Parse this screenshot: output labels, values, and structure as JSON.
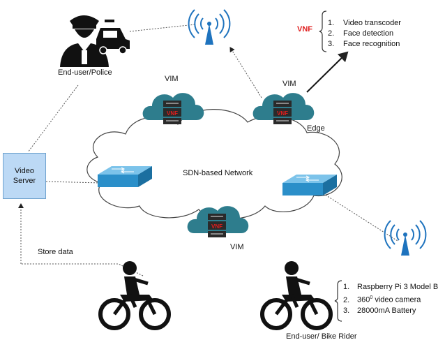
{
  "labels": {
    "end_user_police": "End-user/Police",
    "end_user_bike": "End-user/ Bike Rider",
    "sdn_network": "SDN-based Network",
    "vim_left": "VIM",
    "vim_top": "VIM",
    "vim_bottom": "VIM",
    "edge": "Edge",
    "store_data": "Store data",
    "video_server_line1": "Video",
    "video_server_line2": "Server",
    "vnf": "VNF"
  },
  "vnf_functions": [
    {
      "num": "1.",
      "text": "Video transcoder"
    },
    {
      "num": "2.",
      "text": "Face detection"
    },
    {
      "num": "3.",
      "text": "Face recognition"
    }
  ],
  "bike_components": [
    {
      "num": "1.",
      "text": "Raspberry Pi 3 Model B",
      "sup": ""
    },
    {
      "num": "2.",
      "text": "360",
      "sup": "0",
      "rest": " video camera"
    },
    {
      "num": "3.",
      "text": "28000mA Battery",
      "sup": ""
    }
  ],
  "colors": {
    "cloud_teal": "#2e7d8d",
    "switch_blue": "#2b8fc9",
    "antenna_blue": "#1e73be",
    "vnf_red": "#e01e1e",
    "server_dark": "#2a2a2a",
    "video_server_fill": "#bcd9f5"
  },
  "icons": [
    "police-icon",
    "police-car-icon",
    "antenna-icon",
    "cloud-server-icon",
    "network-switch-icon",
    "motorbike-rider-icon"
  ]
}
